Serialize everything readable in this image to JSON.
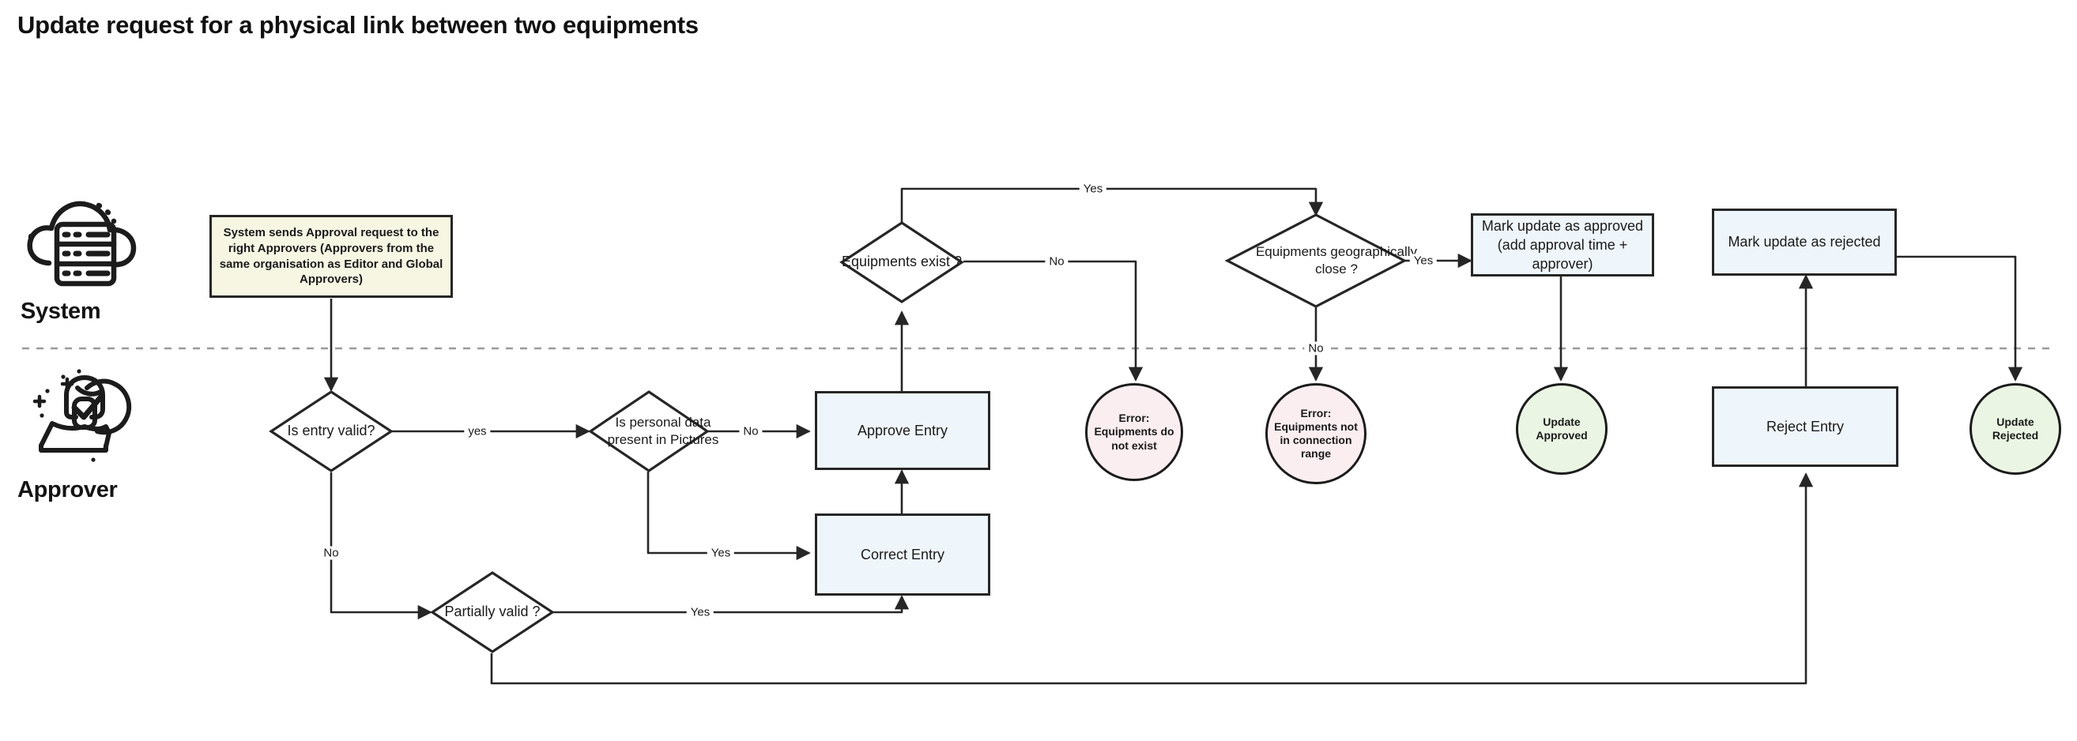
{
  "page": {
    "title": "Update request for a physical link between two equipments",
    "background": "#ffffff"
  },
  "colors": {
    "note_fill": "#f7f6e3",
    "process_fill": "#eff6fb",
    "error_fill": "#fbeef0",
    "success_fill": "#eaf6e3",
    "stroke": "#262626",
    "lane_divider": "#9a9a9a"
  },
  "lanes": [
    {
      "id": "system",
      "label": "System",
      "icon": "cloud-server-icon"
    },
    {
      "id": "approver",
      "label": "Approver",
      "icon": "user-approved-icon"
    }
  ],
  "nodes": {
    "system_note": {
      "type": "note",
      "text": "System sends Approval request to the right Approvers (Approvers from the same organisation as Editor and Global Approvers)"
    },
    "is_entry_valid": {
      "type": "decision",
      "text": "Is entry valid?"
    },
    "partially_valid": {
      "type": "decision",
      "text": "Partially valid ?"
    },
    "is_personal_data": {
      "type": "decision",
      "text": "Is personal data present in Pictures"
    },
    "approve_entry": {
      "type": "process",
      "text": "Approve Entry"
    },
    "correct_entry": {
      "type": "process",
      "text": "Correct Entry"
    },
    "equipments_exist": {
      "type": "decision",
      "text": "Equipments exist ?"
    },
    "equipments_close": {
      "type": "decision",
      "text": "Equipments geographically close ?"
    },
    "error_not_exist": {
      "type": "error",
      "text": "Error: Equipments do not exist"
    },
    "error_not_in_range": {
      "type": "error",
      "text": "Error: Equipments not in connection range"
    },
    "mark_approved": {
      "type": "process",
      "text": "Mark update as approved (add approval time + approver)"
    },
    "mark_rejected": {
      "type": "process",
      "text": "Mark update as rejected"
    },
    "reject_entry": {
      "type": "process",
      "text": "Reject Entry"
    },
    "update_approved": {
      "type": "success",
      "text": "Update Approved"
    },
    "update_rejected": {
      "type": "success",
      "text": "Update Rejected"
    }
  },
  "edge_labels": {
    "entry_valid_yes": "yes",
    "entry_valid_no": "No",
    "personal_data_no": "No",
    "personal_data_yes": "Yes",
    "partially_valid_yes": "Yes",
    "equipments_exist_yes": "Yes",
    "equipments_exist_no": "No",
    "equipments_close_yes": "Yes",
    "equipments_close_no": "No"
  }
}
